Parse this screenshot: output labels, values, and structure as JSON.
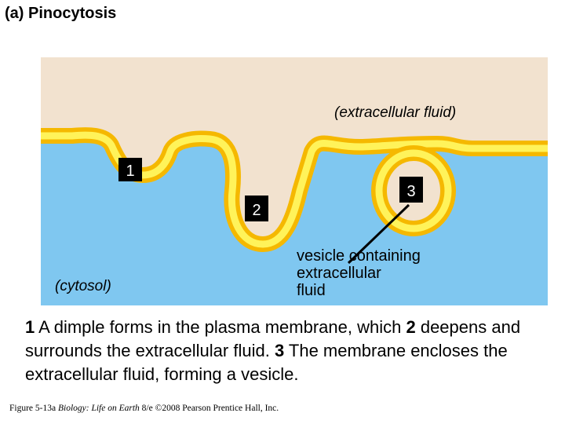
{
  "title": "(a) Pinocytosis",
  "diagram": {
    "extracellular_label": "(extracellular fluid)",
    "cytosol_label": "(cytosol)",
    "step_labels": [
      "1",
      "2",
      "3"
    ],
    "vesicle_label_lines": [
      "vesicle containing",
      "extracellular",
      "fluid"
    ],
    "colors": {
      "extracellular": "#f2e2cf",
      "cytosol": "#7fc7f0",
      "membrane_outer": "#f5b800",
      "membrane_inner": "#fff35a",
      "label_box": "#000000"
    }
  },
  "caption": {
    "n1": "1",
    "t1": " A dimple forms in the plasma membrane, which ",
    "n2": "2",
    "t2": " deepens and surrounds the extracellular fluid. ",
    "n3": "3",
    "t3": " The membrane encloses the extracellular fluid, forming a vesicle."
  },
  "footer": {
    "prefix": "Figure 5-13a ",
    "book": "Biology: Life on Earth",
    "suffix": " 8/e ©2008 Pearson Prentice Hall, Inc."
  }
}
